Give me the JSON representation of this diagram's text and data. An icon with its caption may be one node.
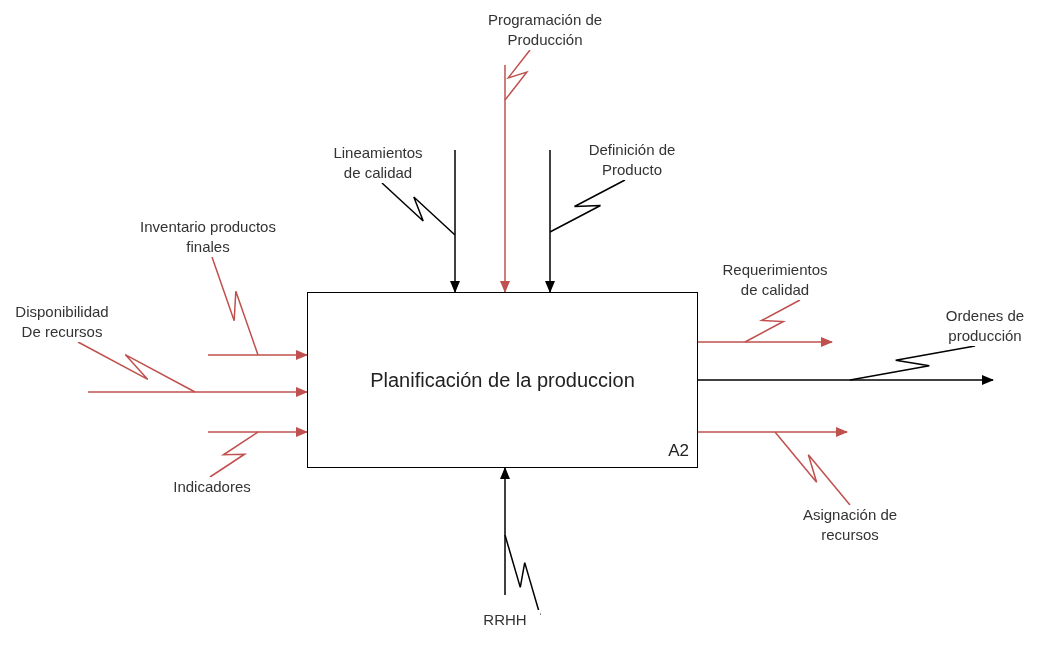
{
  "diagram": {
    "nodes": [
      {
        "text": [
          "Planificación de la produccion",
          "A2"
        ]
      },
      {
        "text": [
          "Programación de Producción"
        ]
      },
      {
        "text": [
          "Lineamientos de calidad"
        ]
      },
      {
        "text": [
          "Definición de Producto"
        ]
      },
      {
        "text": [
          "Inventario productos finales"
        ]
      },
      {
        "text": [
          "Disponibilidad De recursos"
        ]
      },
      {
        "text": [
          "Requerimientos de calidad"
        ]
      },
      {
        "text": [
          "Ordenes de producción"
        ]
      },
      {
        "text": [
          "Indicadores"
        ]
      },
      {
        "text": [
          "Asignación de recursos"
        ]
      },
      {
        "text": [
          "RRHH"
        ]
      }
    ],
    "edges": [
      {
        "from": null,
        "to": 0,
        "arrow": "to",
        "color": "#c0504d"
      },
      {
        "from": null,
        "to": 0,
        "arrow": "to",
        "color": "#000000"
      },
      {
        "from": null,
        "to": 0,
        "arrow": "to",
        "color": "#000000"
      },
      {
        "from": null,
        "to": 0,
        "arrow": "to",
        "color": "#c0504d"
      },
      {
        "from": null,
        "to": 0,
        "arrow": "to",
        "color": "#c0504d"
      },
      {
        "from": null,
        "to": 0,
        "arrow": "to",
        "color": "#c0504d"
      },
      {
        "from": 0,
        "to": null,
        "arrow": "to",
        "color": "#c0504d"
      },
      {
        "from": 0,
        "to": null,
        "arrow": "to",
        "color": "#000000"
      },
      {
        "from": 0,
        "to": null,
        "arrow": "to",
        "color": "#c0504d"
      },
      {
        "from": null,
        "to": 0,
        "arrow": "to",
        "color": "#000000"
      },
      {
        "from": 1,
        "to": null,
        "arrow": "none",
        "color": "#c0504d"
      },
      {
        "from": 2,
        "to": null,
        "arrow": "none",
        "color": "#000000"
      },
      {
        "from": 3,
        "to": null,
        "arrow": "none",
        "color": "#000000"
      },
      {
        "from": 4,
        "to": null,
        "arrow": "none",
        "color": "#c0504d"
      },
      {
        "from": 5,
        "to": null,
        "arrow": "none",
        "color": "#c0504d"
      },
      {
        "from": 6,
        "to": null,
        "arrow": "none",
        "color": "#c0504d"
      },
      {
        "from": 7,
        "to": null,
        "arrow": "none",
        "color": "#000000"
      },
      {
        "from": 8,
        "to": null,
        "arrow": "none",
        "color": "#c0504d"
      },
      {
        "from": 9,
        "to": null,
        "arrow": "none",
        "color": "#c0504d"
      },
      {
        "from": 10,
        "to": null,
        "arrow": "none",
        "color": "#000000"
      }
    ]
  }
}
